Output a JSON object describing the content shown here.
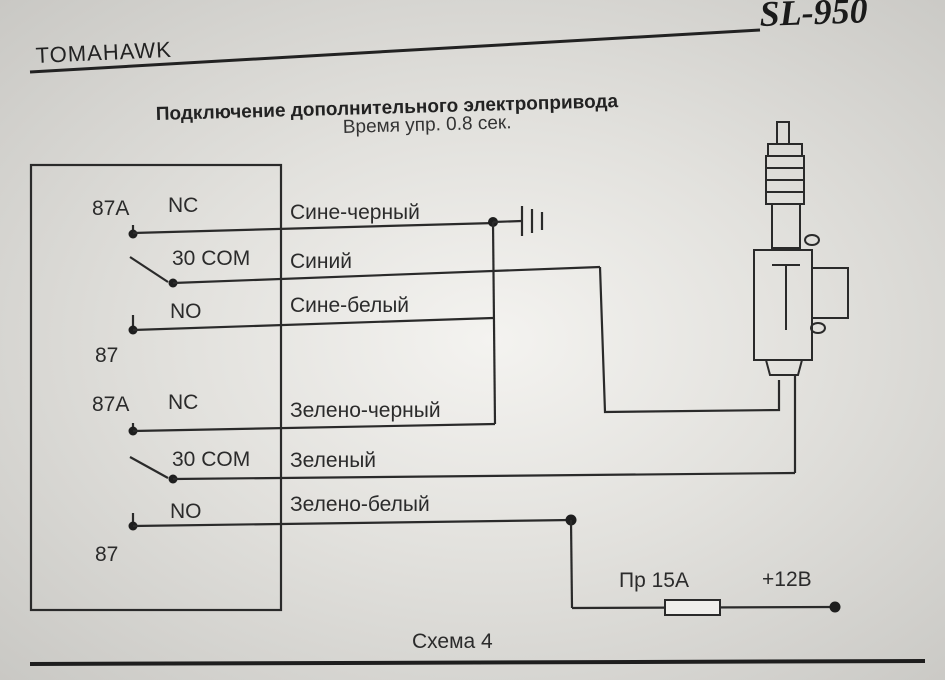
{
  "header": {
    "brand": "TOMAHAWK",
    "model": "SL-950",
    "title": "Подключение дополнительного электропривода",
    "subtitle": "Время упр. 0.8 сек."
  },
  "relay1": {
    "nc_pin": "87A",
    "nc_label": "NC",
    "com_label": "30 COM",
    "no_label": "NO",
    "no_pin": "87"
  },
  "relay2": {
    "nc_pin": "87A",
    "nc_label": "NC",
    "com_label": "30 COM",
    "no_label": "NO",
    "no_pin": "87"
  },
  "wires": {
    "w1": "Сине-черный",
    "w2": "Синий",
    "w3": "Сине-белый",
    "w4": "Зелено-черный",
    "w5": "Зеленый",
    "w6": "Зелено-белый"
  },
  "power": {
    "fuse_label": "Пр 15А",
    "supply_label": "+12В"
  },
  "caption": "Схема 4"
}
